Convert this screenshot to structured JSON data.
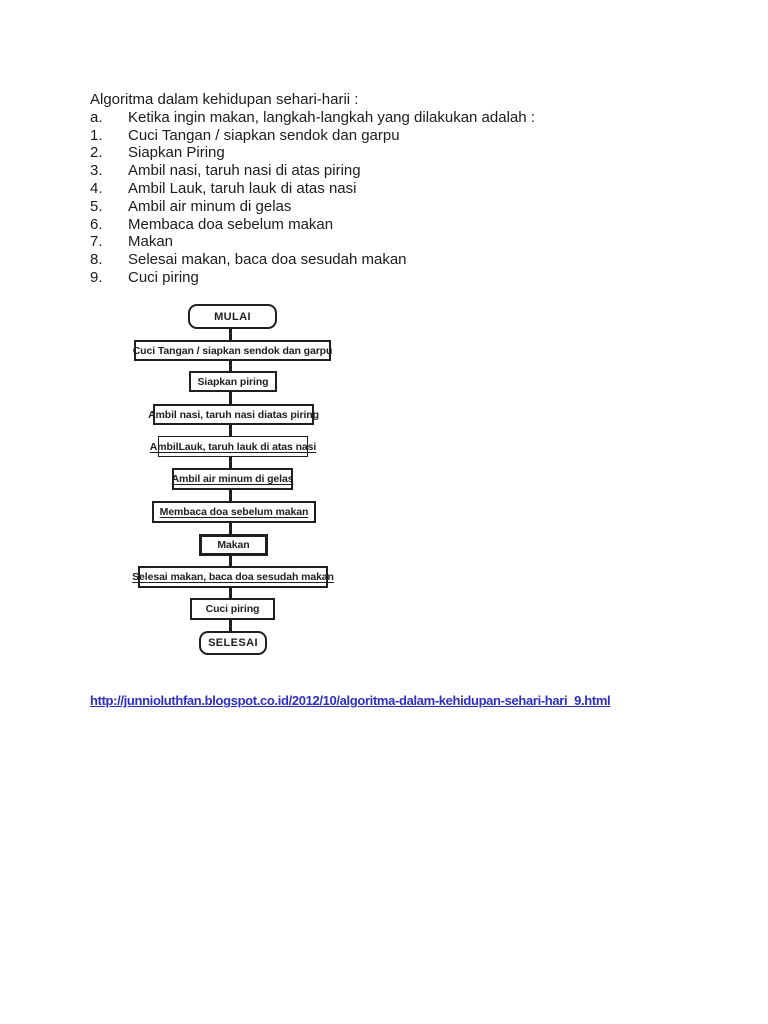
{
  "page": {
    "background": "#ffffff",
    "heading": "Algoritma dalam kehidupan sehari-harii :",
    "list_items": [
      {
        "marker": "a.",
        "text": "Ketika ingin makan, langkah-langkah yang dilakukan adalah :"
      },
      {
        "marker": "1.",
        "text": "Cuci Tangan / siapkan sendok dan garpu"
      },
      {
        "marker": "2.",
        "text": "Siapkan Piring"
      },
      {
        "marker": "3.",
        "text": "Ambil nasi, taruh nasi di atas piring"
      },
      {
        "marker": "4.",
        "text": "Ambil Lauk, taruh lauk di atas nasi"
      },
      {
        "marker": "5.",
        "text": "Ambil air minum di gelas"
      },
      {
        "marker": "6.",
        "text": "Membaca doa sebelum makan"
      },
      {
        "marker": "7.",
        "text": "Makan"
      },
      {
        "marker": "8.",
        "text": "Selesai makan, baca doa sesudah makan"
      },
      {
        "marker": "9.",
        "text": "Cuci piring"
      }
    ],
    "source_link": {
      "text": "http://junnioluthfan.blogspot.co.id/2012/10/algoritma-dalam-kehidupan-sehari-hari_9.html",
      "color": "#2e2ec4"
    }
  },
  "flowchart": {
    "ink_color": "#1f1f1f",
    "nodes": [
      {
        "label": "MULAI",
        "shape": "terminator",
        "underlined": false
      },
      {
        "label": "Cuci Tangan / siapkan sendok dan garpu",
        "shape": "process",
        "underlined": false
      },
      {
        "label": "Siapkan piring",
        "shape": "process",
        "underlined": false
      },
      {
        "label": "Ambil nasi, taruh nasi diatas piring",
        "shape": "process",
        "underlined": false
      },
      {
        "label": "AmbilLauk, taruh lauk di atas nasi",
        "shape": "process",
        "underlined": true
      },
      {
        "label": "Ambil air minum di gelas",
        "shape": "process",
        "underlined": true
      },
      {
        "label": "Membaca doa sebelum makan",
        "shape": "process",
        "underlined": true
      },
      {
        "label": "Makan",
        "shape": "process",
        "underlined": false
      },
      {
        "label": "Selesai makan, baca doa sesudah makan",
        "shape": "process",
        "underlined": true
      },
      {
        "label": "Cuci piring",
        "shape": "process",
        "underlined": false
      },
      {
        "label": "SELESAI",
        "shape": "terminator",
        "underlined": false
      }
    ]
  }
}
